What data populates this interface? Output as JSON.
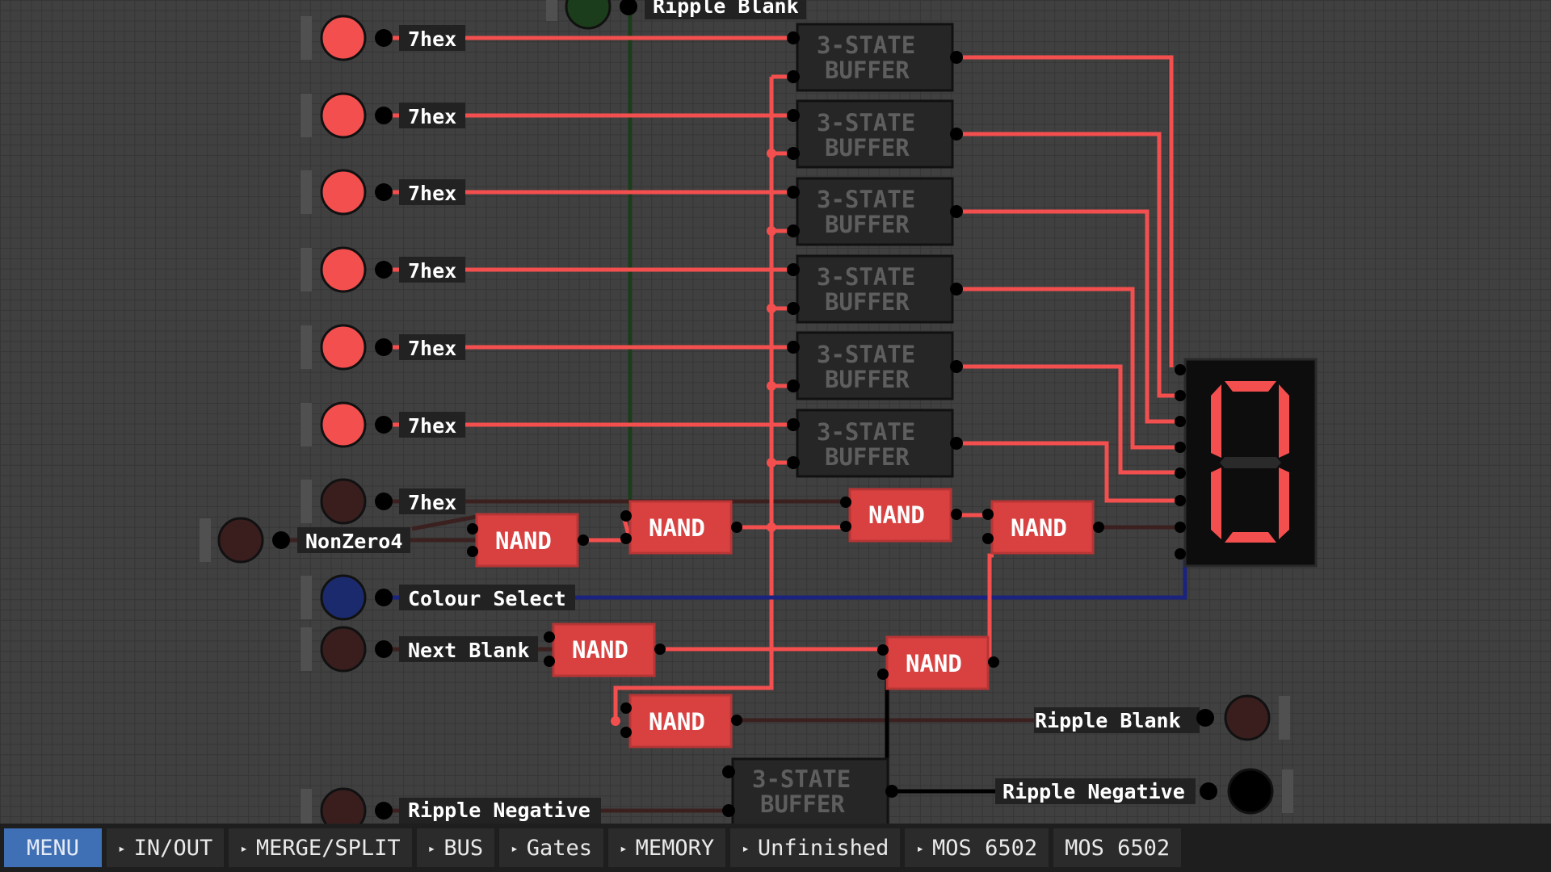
{
  "canvas": {
    "inputs": [
      {
        "label": "7hex",
        "state": "on"
      },
      {
        "label": "7hex",
        "state": "on"
      },
      {
        "label": "7hex",
        "state": "on"
      },
      {
        "label": "7hex",
        "state": "on"
      },
      {
        "label": "7hex",
        "state": "on"
      },
      {
        "label": "7hex",
        "state": "on"
      },
      {
        "label": "7hex",
        "state": "off"
      },
      {
        "label": "NonZero4",
        "state": "off"
      },
      {
        "label": "Colour Select",
        "state": "blue"
      },
      {
        "label": "Next Blank",
        "state": "off"
      },
      {
        "label": "Ripple Negative",
        "state": "off"
      },
      {
        "label": "Ripple Blank",
        "state": "on-green"
      }
    ],
    "outputs": [
      {
        "label": "Ripple Blank",
        "state": "off"
      },
      {
        "label": "Ripple Negative",
        "state": "black"
      }
    ],
    "buffer_label_line1": "3-STATE",
    "buffer_label_line2": "BUFFER",
    "nand_label": "NAND",
    "seven_segment_display": {
      "digit_shown": "0",
      "segments_on": [
        "a",
        "b",
        "c",
        "d",
        "e",
        "f"
      ]
    }
  },
  "colors": {
    "wire_on": "#f44f4f",
    "wire_off": "#3b2020",
    "wire_blue": "#1a237e",
    "nand_fill": "#d94141",
    "buffer_fill": "#262626",
    "menu_accent": "#3f6fb5"
  },
  "toolbar": {
    "menu": "MENU",
    "items": [
      "IN/OUT",
      "MERGE/SPLIT",
      "BUS",
      "Gates",
      "MEMORY",
      "Unfinished",
      "MOS 6502"
    ],
    "last": "MOS 6502",
    "arrow_icon": "▸"
  }
}
